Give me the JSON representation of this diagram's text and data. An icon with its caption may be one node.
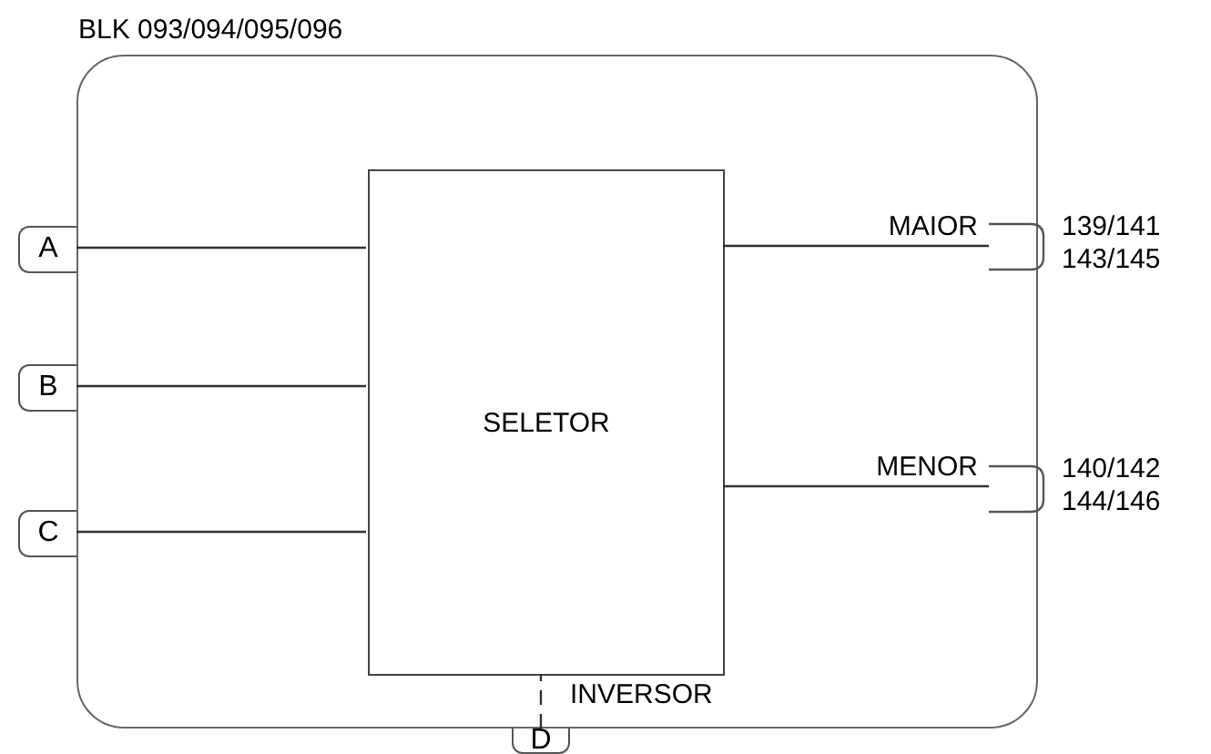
{
  "diagram": {
    "nodes": [
      {
        "text": [
          "BLK 093/094/095/096"
        ]
      },
      {
        "text": [
          "SELETOR"
        ],
        "in": 0
      },
      {
        "text": [
          "A"
        ]
      },
      {
        "text": [
          "B"
        ]
      },
      {
        "text": [
          "C"
        ]
      },
      {
        "text": [
          "D"
        ]
      },
      {
        "text": [],
        "shape": "bracket",
        "beside": [
          "139/141",
          "143/145"
        ]
      },
      {
        "text": [],
        "shape": "bracket",
        "beside": [
          "140/142",
          "144/146"
        ]
      }
    ],
    "edges": [
      {
        "from": 2,
        "to": 1,
        "arrow": "none"
      },
      {
        "from": 3,
        "to": 1,
        "arrow": "none"
      },
      {
        "from": 4,
        "to": 1,
        "arrow": "none"
      },
      {
        "from": 1,
        "to": 6,
        "arrow": "none",
        "label": "MAIOR"
      },
      {
        "from": 1,
        "to": 7,
        "arrow": "none",
        "label": "MENOR"
      },
      {
        "from": 5,
        "to": 1,
        "arrow": "none",
        "label": "INVERSOR",
        "style": "dashed"
      }
    ]
  }
}
